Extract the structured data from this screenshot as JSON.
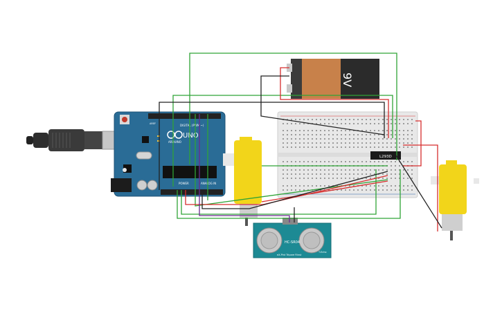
{
  "canvas": {
    "background": "#ffffff"
  },
  "arduino": {
    "logo_text": "UNO",
    "brand_text": "ARDUINO",
    "digital_label": "DIGITAL (PWM ~)",
    "power_label": "POWER",
    "analog_label": "ANALOG IN",
    "aref_label": "AREF",
    "board_color": "#2a6c96"
  },
  "battery": {
    "label": "9V",
    "body_color": "#c8814a",
    "cap_color": "#3b3b3b"
  },
  "driver_chip": {
    "label": "L293D"
  },
  "sensor": {
    "label": "HC-SR04",
    "bottom_left": "eX-Pint Tripare Rinst",
    "bottom_right": "T-Echo"
  },
  "wires": {
    "green": "#2fa336",
    "red": "#d62c2c",
    "black": "#222222",
    "purple": "#6a2b8f"
  },
  "motors": {
    "body_color": "#f2d51a"
  }
}
